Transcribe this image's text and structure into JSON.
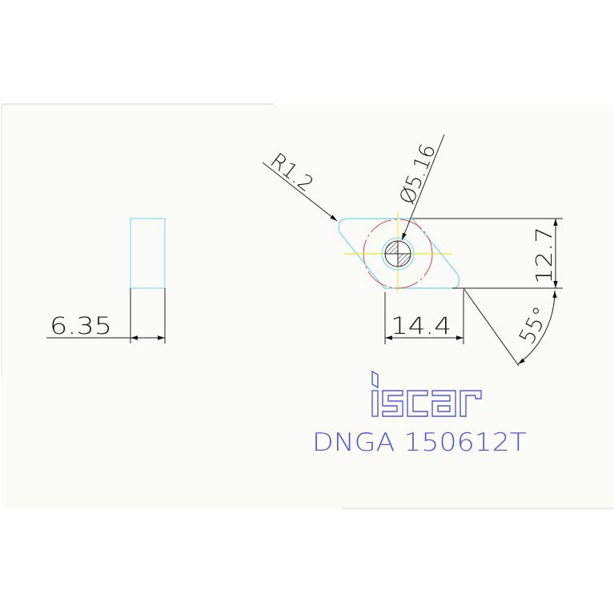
{
  "drawing": {
    "dim_thickness": "6.35",
    "dim_length": "14.4",
    "dim_height": "12.7",
    "dim_angle": "55°",
    "dim_radius": "R1.2",
    "dim_hole": "Ø5.16"
  },
  "brand": {
    "logo_text": "iscar",
    "logo_icon": "iscar-logo",
    "product_code": "DNGA 150612T"
  },
  "colors": {
    "outline": "#6fd6ea",
    "dimension": "#222222",
    "circle": "#e03030",
    "centerline": "#e8e000",
    "brand": "#5557d9",
    "sheet": "#fbfcf7"
  }
}
